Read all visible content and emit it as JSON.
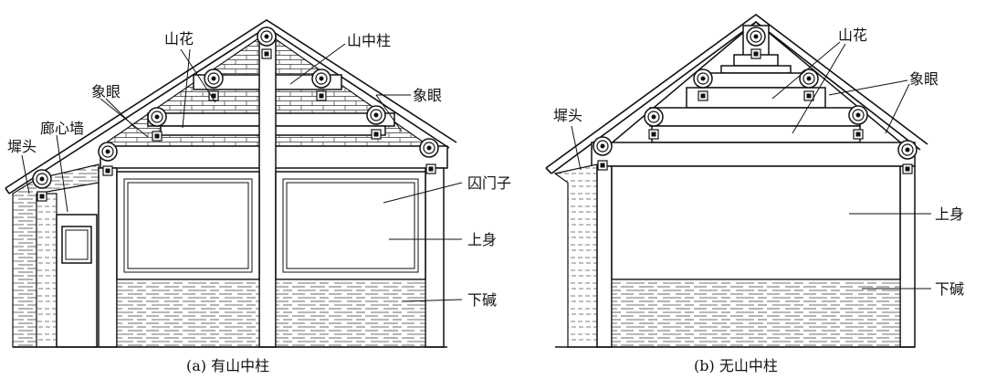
{
  "diagram_a": {
    "caption": "(a) 有山中柱",
    "labels": {
      "shanhua": "山花",
      "shanzhongzhu": "山中柱",
      "xiangyan_left": "象眼",
      "xiangyan_right": "象眼",
      "langxinqiang": "廊心墙",
      "chitou": "墀头",
      "qiumenzi": "囚门子",
      "shangshen": "上身",
      "xiajian": "下碱"
    }
  },
  "diagram_b": {
    "caption": "(b) 无山中柱",
    "labels": {
      "shanhua": "山花",
      "xiangyan": "象眼",
      "chitou": "墀头",
      "shangshen": "上身",
      "xiajian": "下碱"
    }
  }
}
